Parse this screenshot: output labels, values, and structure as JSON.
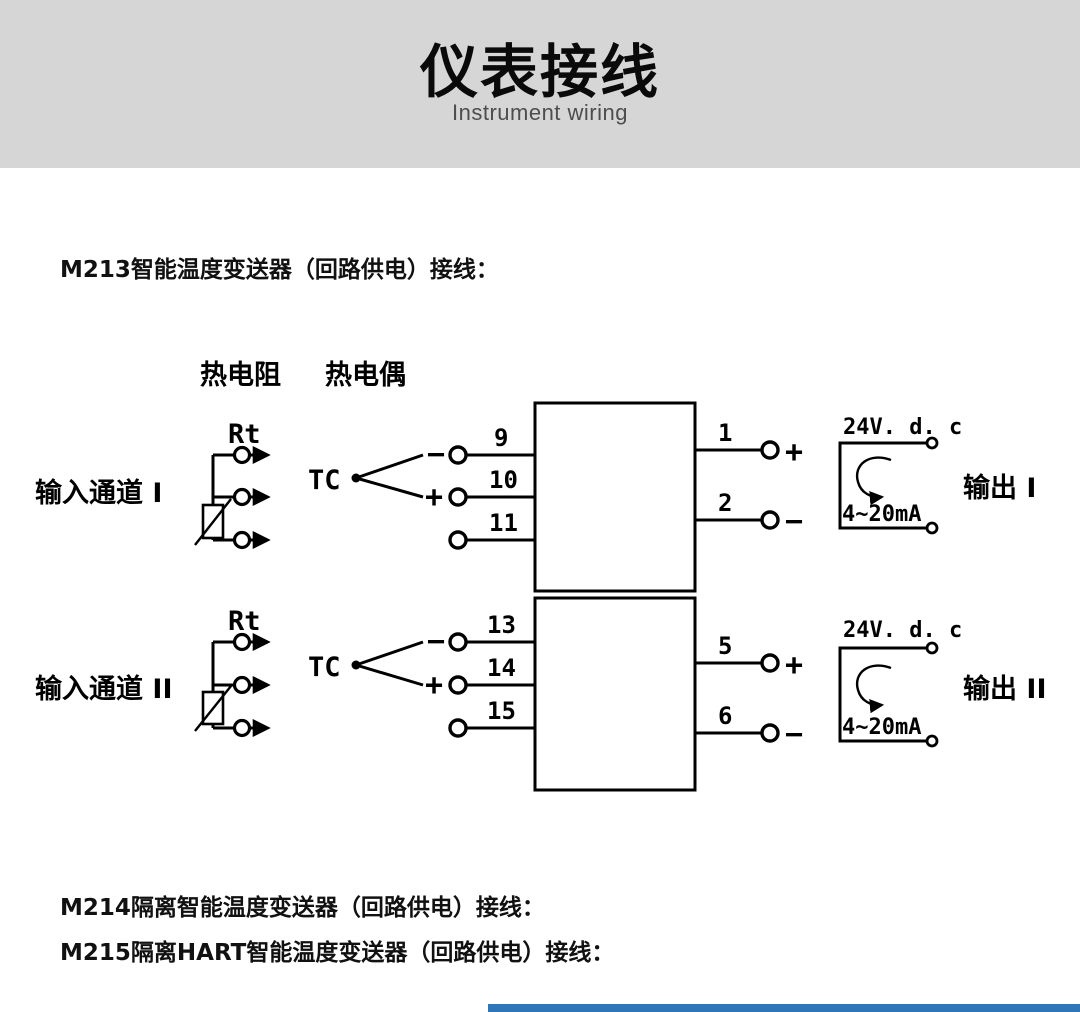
{
  "banner": {
    "title": "仪表接线",
    "subtitle": "Instrument wiring"
  },
  "headings": {
    "m213": "M213智能温度变送器（回路供电）接线：",
    "m214": "M214隔离智能温度变送器（回路供电）接线：",
    "m215": "M215隔离HART智能温度变送器（回路供电）接线："
  },
  "diagram": {
    "rtd_header": "热电阻",
    "tc_header": "热电偶",
    "ch1": {
      "input_label": "输入通道 I",
      "rt_label": "Rt",
      "tc_label": "TC",
      "tc_minus": "−",
      "tc_plus": "+",
      "terminals": [
        "9",
        "10",
        "11"
      ],
      "outputs": [
        "1",
        "2"
      ],
      "out_plus": "+",
      "out_minus": "−",
      "supply_label": "24V. d. c",
      "current_label": "4~20mA",
      "output_label": "输出 I"
    },
    "ch2": {
      "input_label": "输入通道 II",
      "rt_label": "Rt",
      "tc_label": "TC",
      "tc_minus": "−",
      "tc_plus": "+",
      "terminals": [
        "13",
        "14",
        "15"
      ],
      "outputs": [
        "5",
        "6"
      ],
      "out_plus": "+",
      "out_minus": "−",
      "supply_label": "24V. d. c",
      "current_label": "4~20mA",
      "output_label": "输出 II"
    }
  },
  "colors": {
    "banner_bg": "#d6d6d6",
    "accent_bar": "#2f76b9",
    "line": "#000000"
  }
}
